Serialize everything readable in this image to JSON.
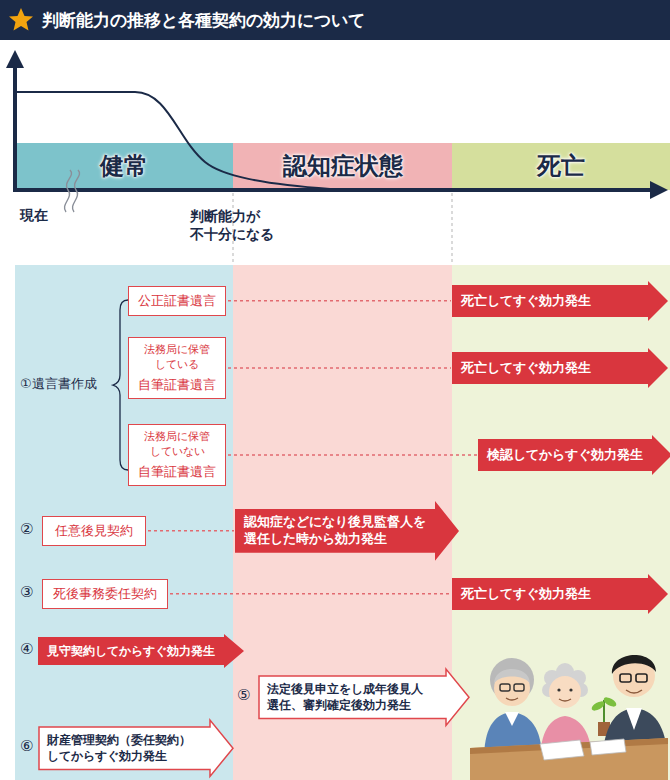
{
  "diagram": {
    "title": "判断能力の推移と各種契約の効力について",
    "nodes": [
      {
        "text": [
          "健常"
        ]
      },
      {
        "text": [
          "認知症状態"
        ]
      },
      {
        "text": [
          "死亡"
        ]
      },
      {
        "text": [
          "公正証書遺言"
        ]
      },
      {
        "text": [
          "死亡してすぐ効力発生"
        ]
      },
      {
        "text": [
          "法務局に保管 している",
          "自筆証書遺言"
        ]
      },
      {
        "text": [
          "死亡してすぐ効力発生"
        ]
      },
      {
        "text": [
          "法務局に保管 していない",
          "自筆証書遺言"
        ]
      },
      {
        "text": [
          "検認してからすぐ効力発生"
        ]
      },
      {
        "text": [
          "任意後見契約"
        ]
      },
      {
        "text": [
          "認知症などになり後見監督人を 選任した時から効力発生"
        ]
      },
      {
        "text": [
          "死後事務委任契約"
        ]
      },
      {
        "text": [
          "死亡してすぐ効力発生"
        ]
      },
      {
        "text": [
          "見守契約してからすぐ効力発生"
        ]
      },
      {
        "text": [
          "法定後見申立をし成年後見人 選任、審判確定後効力発生"
        ]
      },
      {
        "text": [
          "財産管理契約（委任契約） してからすぐ効力発生"
        ]
      }
    ],
    "edges": [
      {
        "from": 3,
        "to": 4,
        "arrow": "none"
      },
      {
        "from": 5,
        "to": 6,
        "arrow": "none"
      },
      {
        "from": 7,
        "to": 8,
        "arrow": "none"
      },
      {
        "from": 9,
        "to": 10,
        "arrow": "none"
      },
      {
        "from": 11,
        "to": 12,
        "arrow": "none"
      }
    ],
    "labels": [
      "現在",
      "判断能力が 不十分になる",
      "①遺言書作成",
      "②",
      "③",
      "④",
      "⑤",
      "⑥"
    ]
  }
}
